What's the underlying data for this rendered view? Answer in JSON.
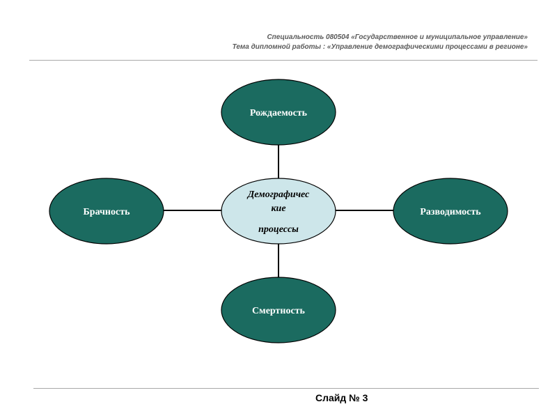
{
  "header": {
    "line1": "Специальность 080504 «Государственное и муниципальное управление»",
    "line2": "Тема дипломной работы : «Управление демографическими процессами в регионе»"
  },
  "diagram": {
    "center": {
      "line1": "Демографичес",
      "line2": "кие",
      "line3": "процессы"
    },
    "top": "Рождаемость",
    "left": "Брачность",
    "right": "Разводимость",
    "bottom": "Смертность"
  },
  "footer": {
    "slide": "Слайд № 3"
  },
  "colors": {
    "outer_fill": "#1b6b60",
    "center_fill": "#cde6ea",
    "connector": "#000000"
  }
}
